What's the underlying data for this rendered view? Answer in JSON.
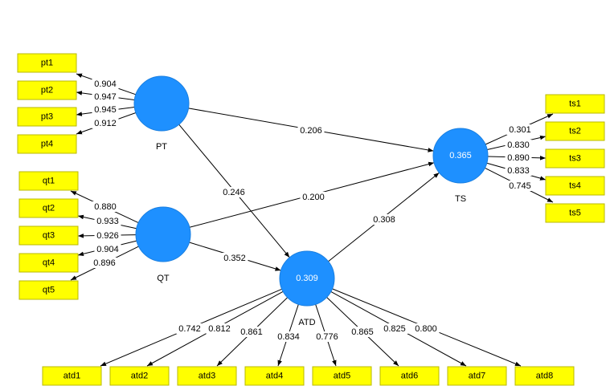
{
  "constructs": {
    "PT": {
      "name": "PT",
      "r2": ""
    },
    "QT": {
      "name": "QT",
      "r2": ""
    },
    "TS": {
      "name": "TS",
      "r2": "0.365"
    },
    "ATD": {
      "name": "ATD",
      "r2": "0.309"
    }
  },
  "indicators": {
    "pt1": "pt1",
    "pt2": "pt2",
    "pt3": "pt3",
    "pt4": "pt4",
    "qt1": "qt1",
    "qt2": "qt2",
    "qt3": "qt3",
    "qt4": "qt4",
    "qt5": "qt5",
    "ts1": "ts1",
    "ts2": "ts2",
    "ts3": "ts3",
    "ts4": "ts4",
    "ts5": "ts5",
    "atd1": "atd1",
    "atd2": "atd2",
    "atd3": "atd3",
    "atd4": "atd4",
    "atd5": "atd5",
    "atd6": "atd6",
    "atd7": "atd7",
    "atd8": "atd8"
  },
  "loadings": {
    "pt1": "0.904",
    "pt2": "0.947",
    "pt3": "0.945",
    "pt4": "0.912",
    "qt1": "0.880",
    "qt2": "0.933",
    "qt3": "0.926",
    "qt4": "0.904",
    "qt5": "0.896",
    "ts1": "0.301",
    "ts2": "0.830",
    "ts3": "0.890",
    "ts4": "0.833",
    "ts5": "0.745",
    "atd1": "0.742",
    "atd2": "0.812",
    "atd3": "0.861",
    "atd4": "0.834",
    "atd5": "0.776",
    "atd6": "0.865",
    "atd7": "0.825",
    "atd8": "0.800"
  },
  "paths": {
    "PT_TS": "0.206",
    "PT_ATD": "0.246",
    "QT_TS": "0.200",
    "QT_ATD": "0.352",
    "ATD_TS": "0.308"
  }
}
